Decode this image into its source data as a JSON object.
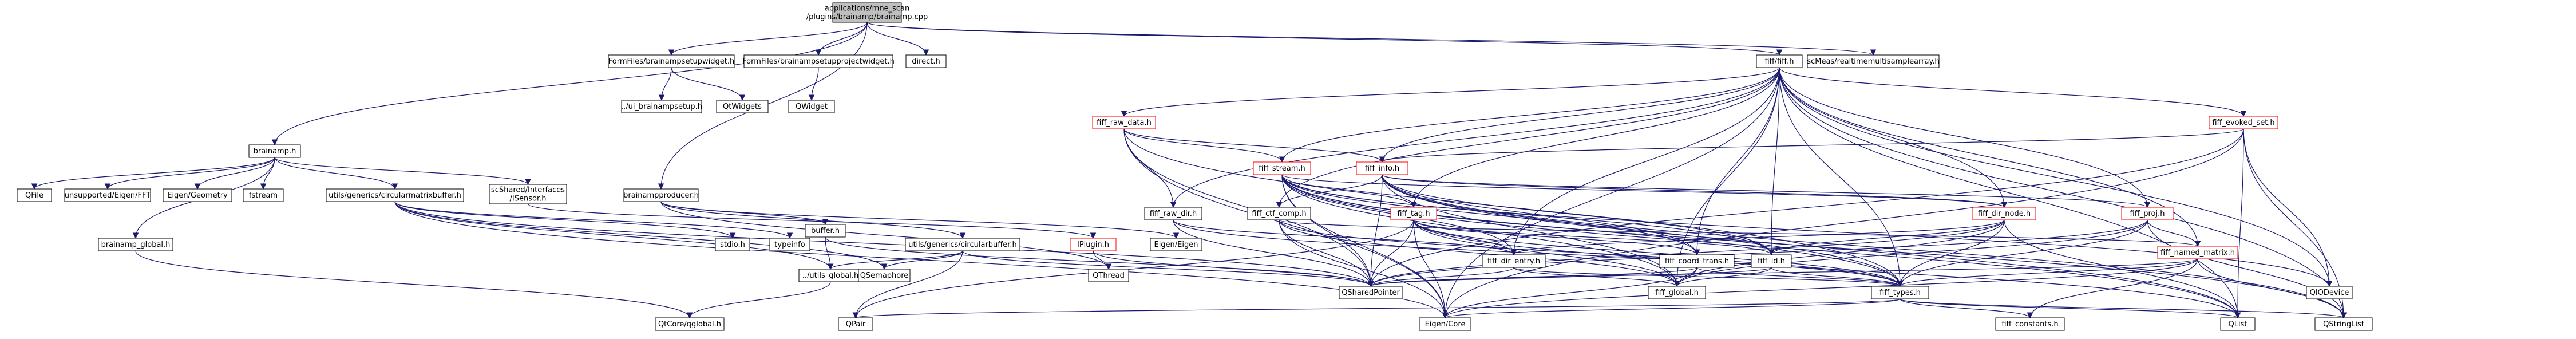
{
  "root": {
    "label_line1": "applications/mne_scan",
    "label_line2": "/plugins/brainamp/brainamp.cpp"
  },
  "nodes": {
    "brainamp_h": "brainamp.h",
    "formfiles_setup_widget_h": "FormFiles/brainampsetupwidget.h",
    "formfiles_project_widget_h": "FormFiles/brainampsetupprojectwidget.h",
    "direct_h": "direct.h",
    "fiff_h": "fiff/fiff.h",
    "scmeas_h": "scMeas/realtimemultisamplearray.h",
    "ui_brainampsetup_h": "../ui_brainampsetup.h",
    "qwidgets": "QtWidgets",
    "qwidget": "QWidget",
    "brainampproducer_h": "brainampproducer.h",
    "qfile": "QFile",
    "unsupported_fft": "unsupported/Eigen/FFT",
    "eigen_geometry": "Eigen/Geometry",
    "fstream": "fstream",
    "circularmatrixbuffer_h": "utils/generics/circularmatrixbuffer.h",
    "isensor_line1": "scShared/Interfaces",
    "isensor_line2": "/ISensor.h",
    "brainamp_global_h": "brainamp_global.h",
    "stdio_h": "stdio.h",
    "typeinfo": "typeinfo",
    "buffer_h": "buffer.h",
    "circularbuffer_h": "utils/generics/circularbuffer.h",
    "iplugin_h": "IPlugin.h",
    "eigen_eigen": "Eigen/Eigen",
    "utils_global_h": "../utils_global.h",
    "qsemaphore": "QSemaphore",
    "qthread": "QThread",
    "qtcore_global_h": "QtCore/qglobal.h",
    "qpair": "QPair",
    "fiff_raw_data_h": "fiff_raw_data.h",
    "fiff_stream_h": "fiff_stream.h",
    "fiff_info_h": "fiff_info.h",
    "fiff_evoked_set_h": "fiff_evoked_set.h",
    "fiff_raw_dir_h": "fiff_raw_dir.h",
    "fiff_ctf_comp_h": "fiff_ctf_comp.h",
    "fiff_tag_h": "fiff_tag.h",
    "fiff_dir_node_h": "fiff_dir_node.h",
    "fiff_proj_h": "fiff_proj.h",
    "fiff_named_matrix_h": "fiff_named_matrix.h",
    "fiff_coord_trans_h": "fiff_coord_trans.h",
    "fiff_id_h": "fiff_id.h",
    "fiff_dir_entry_h": "fiff_dir_entry.h",
    "fiff_types_h": "fiff_types.h",
    "fiff_global_h": "fiff_global.h",
    "qshared_pointer": "QSharedPointer",
    "qiodevice": "QIODevice",
    "eigen_core": "Eigen/Core",
    "fiff_constants_h": "fiff_constants.h",
    "qlist": "QList",
    "qstringlist": "QStringList"
  },
  "colors": {
    "root_fill": "#bfbfbf",
    "node_fill": "#ffffff",
    "node_stroke": "#000000",
    "red_stroke": "#ff0000",
    "edge": "#191970"
  }
}
